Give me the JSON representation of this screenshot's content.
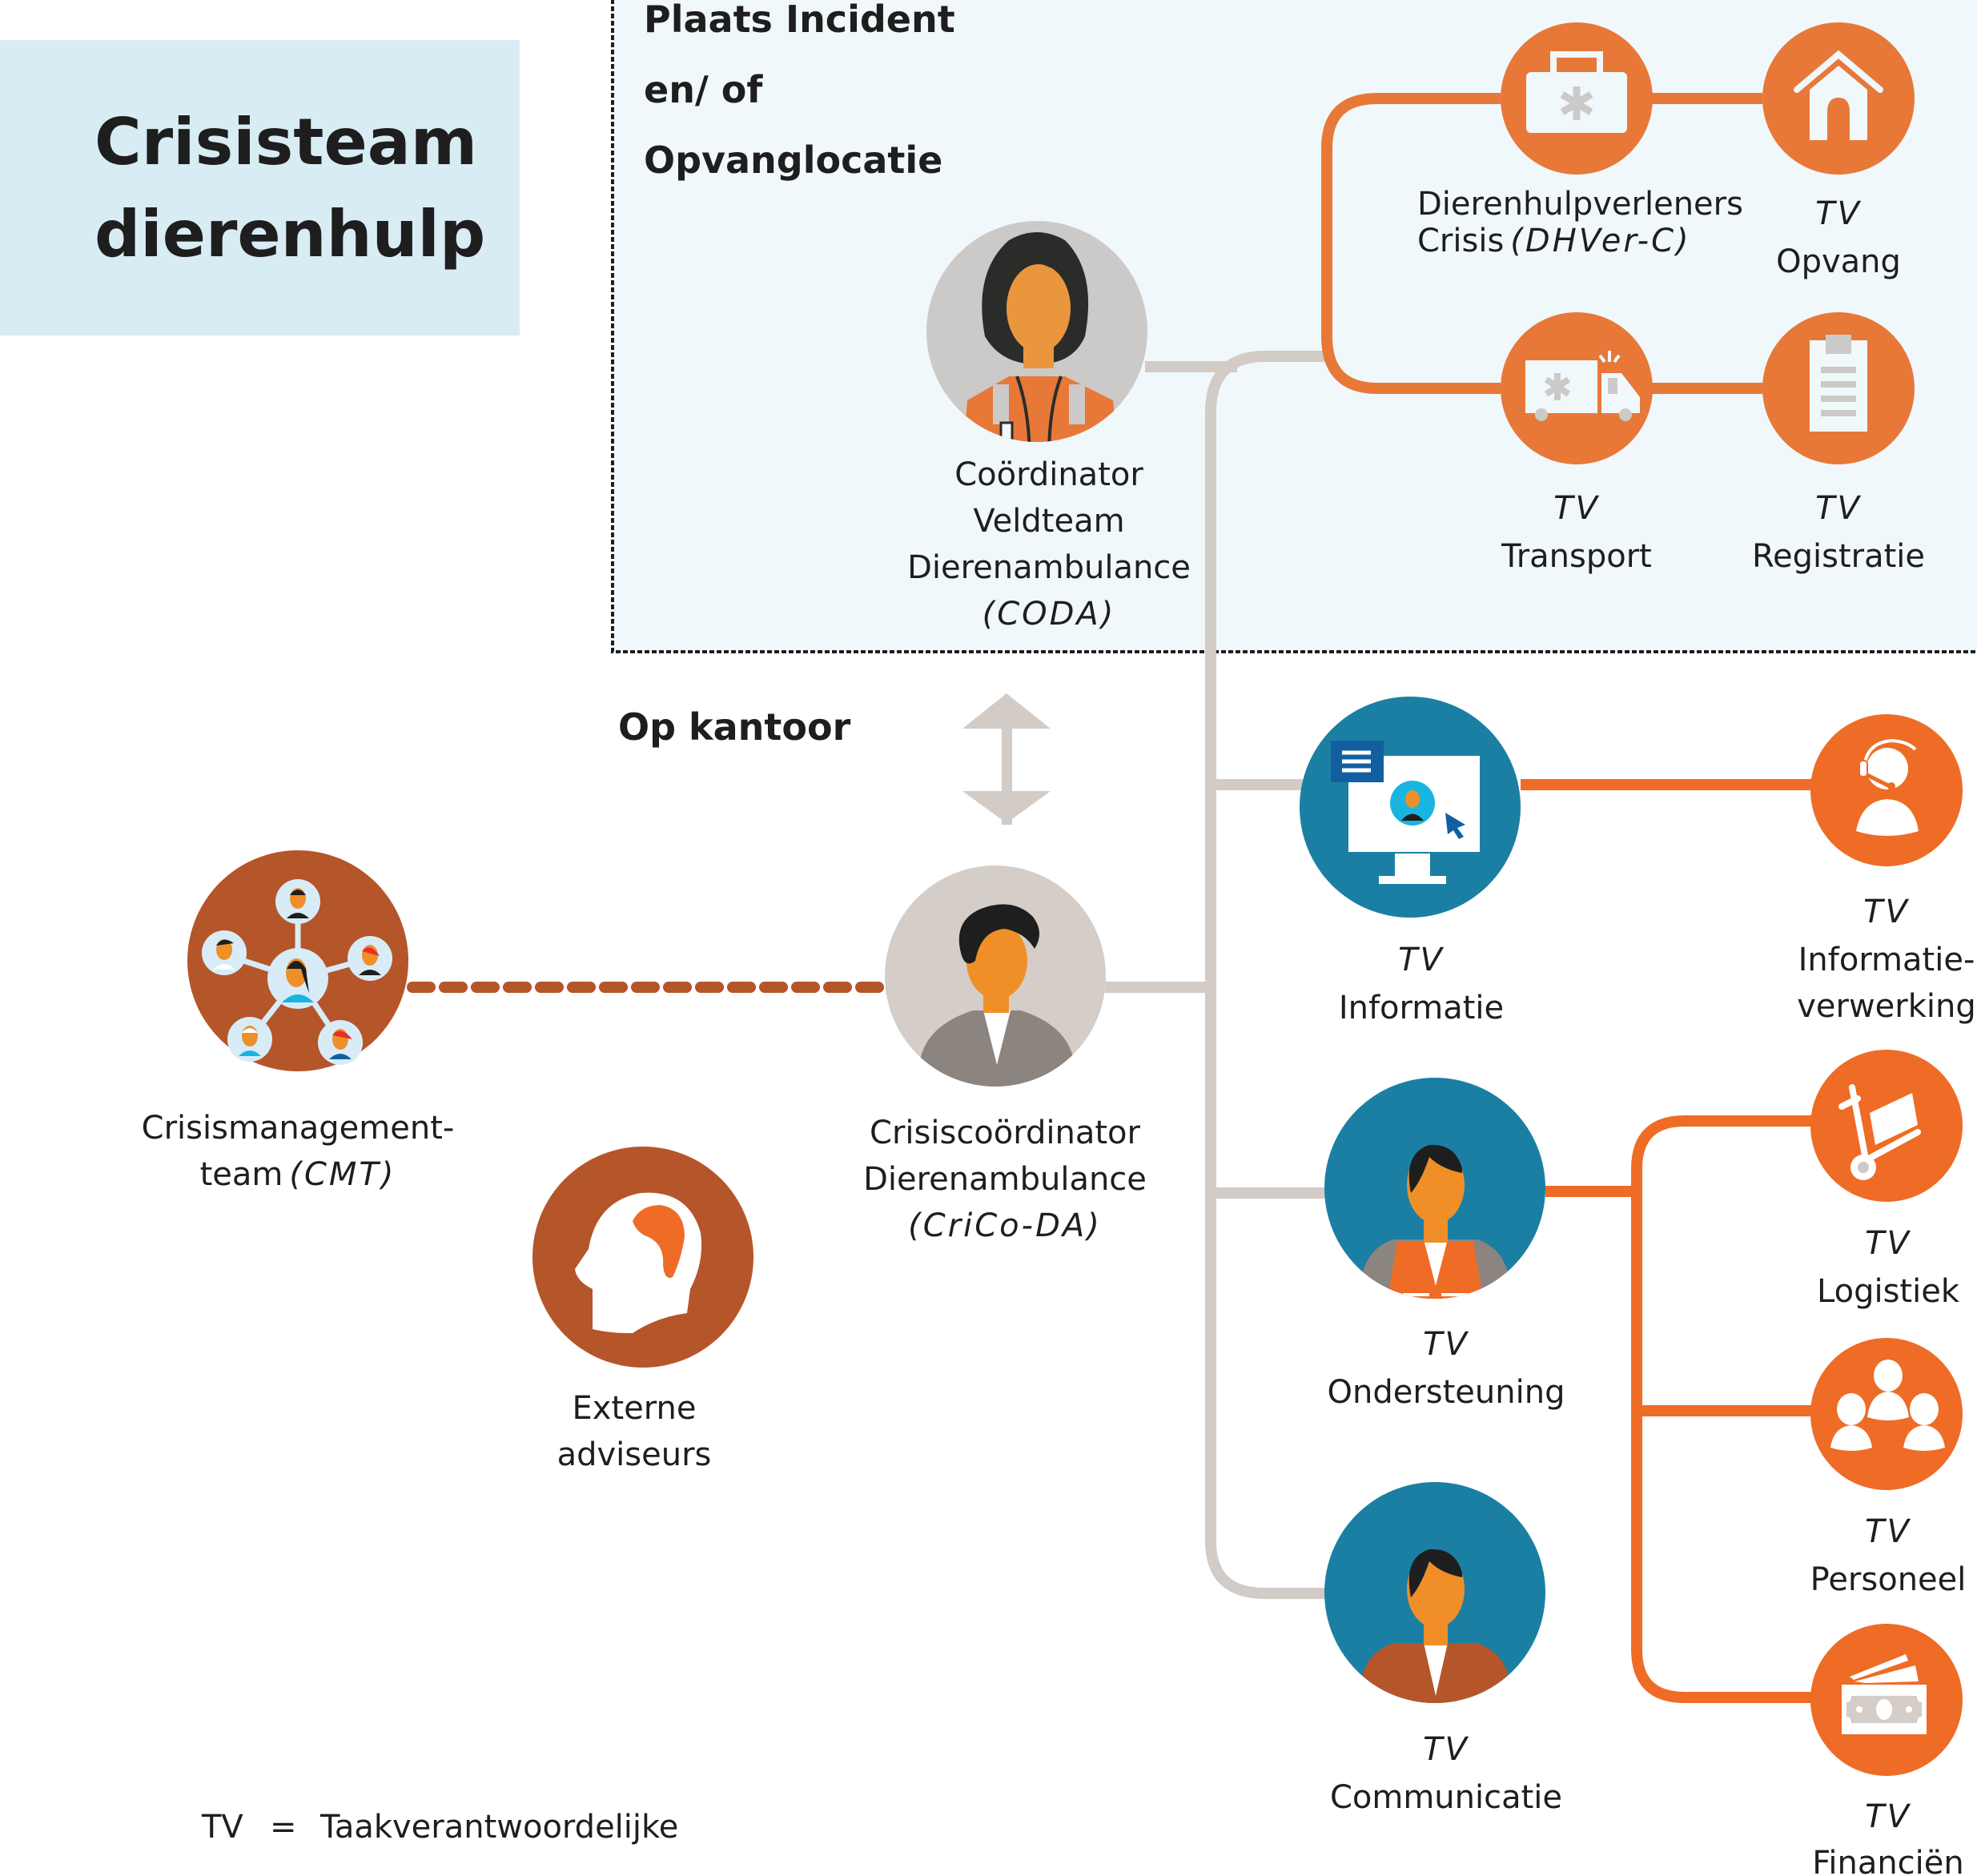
{
  "title": {
    "line1": "Crisisteam",
    "line2": "dierenhulp"
  },
  "zones": {
    "incident": {
      "line1": "Plaats Incident",
      "line2": "en/ of",
      "line3": "Opvanglocatie"
    },
    "office": {
      "label": "Op kantoor"
    }
  },
  "nodes": {
    "coda": {
      "line1": "Coördinator",
      "line2": "Veldteam",
      "line3": "Dierenambulance",
      "abbr": "(CODA)",
      "icon": "female-field-coordinator-icon"
    },
    "dhver": {
      "line1": "Dierenhulpverleners",
      "line2": "Crisis",
      "abbr": "(DHVer-C)",
      "icon": "first-aid-kit-icon"
    },
    "opvang": {
      "prefix": "TV",
      "label": "Opvang",
      "icon": "house-icon"
    },
    "transport": {
      "prefix": "TV",
      "label": "Transport",
      "icon": "ambulance-icon"
    },
    "registratie": {
      "prefix": "TV",
      "label": "Registratie",
      "icon": "clipboard-icon"
    },
    "crico": {
      "line1": "Crisiscoördinator",
      "line2": "Dierenambulance",
      "abbr": "(CriCo-DA)",
      "icon": "coordinator-person-icon"
    },
    "cmt": {
      "line1": "Crisismanagement-",
      "line2": "team",
      "abbr": "(CMT)",
      "icon": "team-network-icon"
    },
    "externe": {
      "line1": "Externe",
      "line2": "adviseurs",
      "icon": "head-brain-icon"
    },
    "informatie": {
      "prefix": "TV",
      "label": "Informatie",
      "icon": "computer-monitor-icon"
    },
    "infoverwerking": {
      "prefix": "TV",
      "line1": "Informatie-",
      "line2": "verwerking",
      "icon": "headset-operator-icon"
    },
    "ondersteuning": {
      "prefix": "TV",
      "label": "Ondersteuning",
      "icon": "support-worker-icon"
    },
    "logistiek": {
      "prefix": "TV",
      "label": "Logistiek",
      "icon": "hand-truck-icon"
    },
    "personeel": {
      "prefix": "TV",
      "label": "Personeel",
      "icon": "people-group-icon"
    },
    "communicatie": {
      "prefix": "TV",
      "label": "Communicatie",
      "icon": "spokesperson-icon"
    },
    "financien": {
      "prefix": "TV",
      "label": "Financiën",
      "icon": "money-icon"
    }
  },
  "legend": {
    "abbr": "TV",
    "equals": "=",
    "meaning": "Taakverantwoordelijke"
  },
  "colors": {
    "orange": "#E87838",
    "brown": "#B5552A",
    "teal": "#1B7FA3",
    "grey_line": "#D2CBC6",
    "incident_bg": "#F0F8FC",
    "title_bg": "#D8ECF4"
  }
}
